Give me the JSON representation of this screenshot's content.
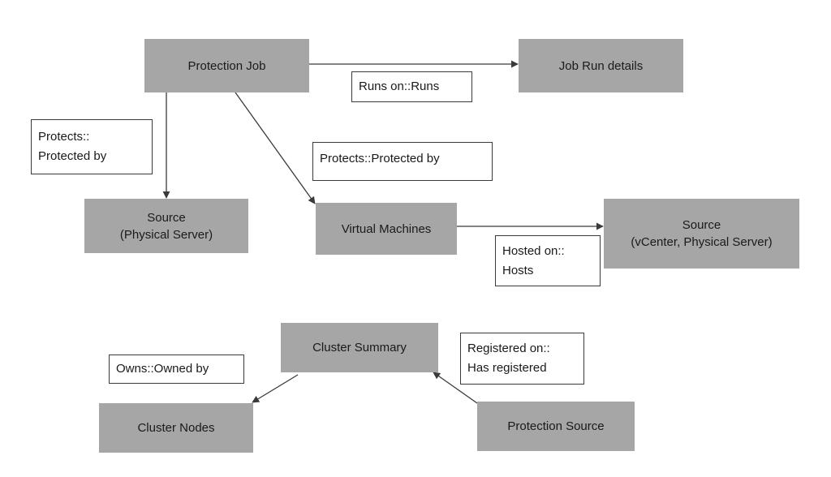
{
  "colors": {
    "node_fill": "#a6a6a6",
    "edge_stroke": "#3a3a3a",
    "label_border": "#3a3a3a"
  },
  "nodes": {
    "protection_job": {
      "text": "Protection Job"
    },
    "job_run_details": {
      "text": "Job Run details"
    },
    "source_physical": {
      "line1": "Source",
      "line2": "(Physical Server)"
    },
    "virtual_machines": {
      "text": "Virtual Machines"
    },
    "source_vcenter": {
      "line1": "Source",
      "line2": "(vCenter, Physical Server)"
    },
    "cluster_summary": {
      "text": "Cluster Summary"
    },
    "cluster_nodes": {
      "text": "Cluster Nodes"
    },
    "protection_source": {
      "text": "Protection Source"
    }
  },
  "edge_labels": {
    "runs_on": {
      "text": "Runs on::Runs"
    },
    "protects_physical": {
      "line1": "Protects::",
      "line2": "Protected by"
    },
    "protects_vm": {
      "text": "Protects::Protected by"
    },
    "hosted_on": {
      "line1": "Hosted on::",
      "line2": "Hosts"
    },
    "owns": {
      "text": "Owns::Owned by"
    },
    "registered_on": {
      "line1": "Registered on::",
      "line2": "Has registered"
    }
  }
}
